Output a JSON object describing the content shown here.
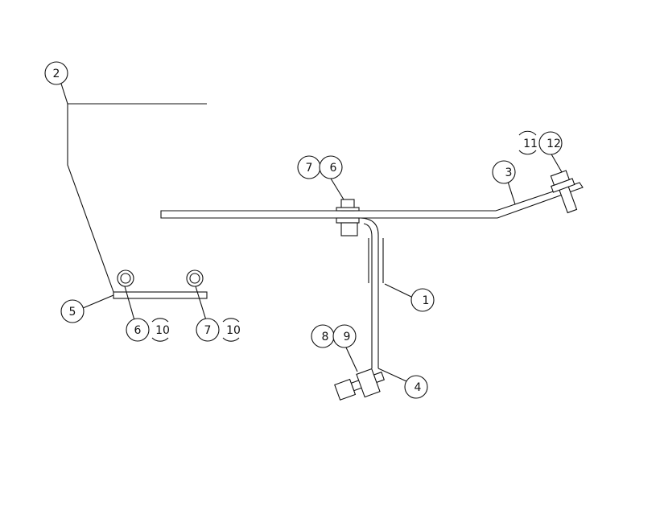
{
  "diagram": {
    "colors": {
      "line": "#111111",
      "background": "#ffffff"
    },
    "callouts": {
      "c1": "1",
      "c2": "2",
      "c3": "3",
      "c4": "4",
      "c5": "5",
      "c6a": "6",
      "c6b": "6",
      "c7a": "7",
      "c7b": "7",
      "c8": "8",
      "c9": "9",
      "c10a": "10",
      "c10b": "10",
      "c11": "11",
      "c12": "12"
    }
  }
}
